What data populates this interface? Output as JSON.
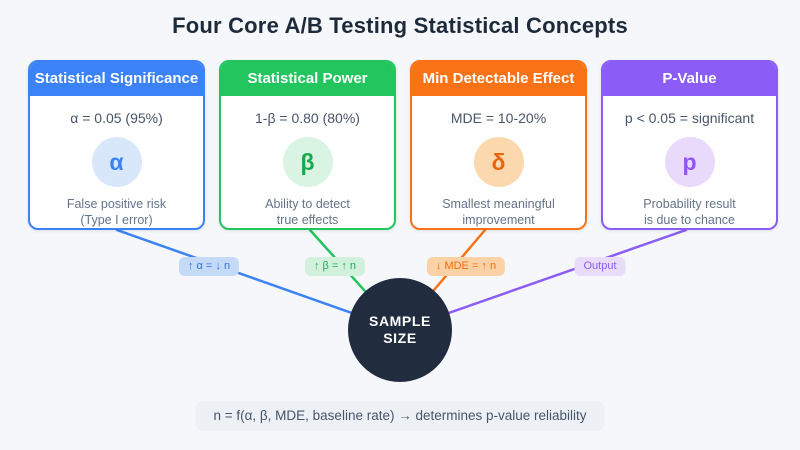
{
  "title": "Four Core A/B Testing Statistical Concepts",
  "cards": [
    {
      "title": "Statistical Significance",
      "value": "α = 0.05 (95%)",
      "symbol": "α",
      "description": [
        "False positive risk",
        "(Type I error)"
      ],
      "colors": {
        "accent": "#3b82f6",
        "symbol_bg": "#d9e7fb",
        "symbol": "#3b82f6"
      }
    },
    {
      "title": "Statistical Power",
      "value": "1-β = 0.80 (80%)",
      "symbol": "β",
      "description": [
        "Ability to detect",
        "true effects"
      ],
      "colors": {
        "accent": "#22c55e",
        "symbol_bg": "#d9f4e2",
        "symbol": "#18a94e"
      }
    },
    {
      "title": "Min Detectable Effect",
      "value": "MDE = 10-20%",
      "symbol": "δ",
      "description": [
        "Smallest meaningful",
        "improvement"
      ],
      "colors": {
        "accent": "#f97316",
        "symbol_bg": "#fbd8ad",
        "symbol": "#e8650f"
      }
    },
    {
      "title": "P-Value",
      "value": "p < 0.05 = significant",
      "symbol": "p",
      "description": [
        "Probability result",
        "is due to chance"
      ],
      "colors": {
        "accent": "#8b5cf6",
        "symbol_bg": "#e9d9fa",
        "symbol": "#9155f2"
      }
    }
  ],
  "connectors": [
    {
      "label": "↑ α = ↓ n",
      "line_color": "#3b82f6",
      "pill_bg": "#c5daf7",
      "pill_text": "#3472e2"
    },
    {
      "label": "↑ β = ↑ n",
      "line_color": "#22c55e",
      "pill_bg": "#d2f1dc",
      "pill_text": "#1fae55"
    },
    {
      "label": "↓ MDE = ↑ n",
      "line_color": "#f97316",
      "pill_bg": "#fbd2a6",
      "pill_text": "#ed6e0d"
    },
    {
      "label": "Output",
      "line_color": "#8b5cf6",
      "pill_bg": "#e9dcf9",
      "pill_text": "#8b5cf6"
    }
  ],
  "center_node": {
    "line1": "SAMPLE",
    "line2": "SIZE",
    "bg": "#222c3f",
    "text_color": "#ffffff"
  },
  "formula": "n = f(α, β, MDE, baseline rate) → determines p-value reliability",
  "colors": {
    "background": "#f5f7fa",
    "card_bg": "#ffffff",
    "title_text": "#1d2a3a",
    "value_text": "#475569",
    "desc_text": "#64748b",
    "formula_bg": "#edf1f6",
    "formula_text": "#475569"
  }
}
